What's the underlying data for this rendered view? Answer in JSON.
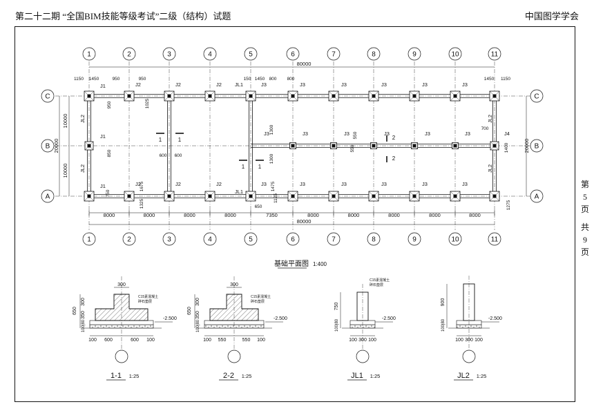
{
  "header": {
    "left": "第二十二期 “全国BIM技能等级考试”二级（结构）试题",
    "right": "中国图学学会"
  },
  "side": {
    "page_word": "第",
    "page_num": "5",
    "page_unit": "页",
    "total_word": "共",
    "total_num": "9",
    "total_unit": "页"
  },
  "plan": {
    "title": "基础平面图",
    "scale": "1:400",
    "grid_cols": [
      "1",
      "2",
      "3",
      "4",
      "5",
      "6",
      "7",
      "8",
      "9",
      "10",
      "11"
    ],
    "grid_rows": [
      "C",
      "B",
      "A"
    ],
    "overall_length": "80000",
    "overall_width": "20000",
    "bay_spacings": [
      "8000",
      "8000",
      "8000",
      "8000",
      "7350",
      "8000",
      "8000",
      "8000",
      "8000",
      "8000"
    ],
    "span_spacings": [
      "10000",
      "10000"
    ],
    "offset_dims": [
      "1150",
      "1450",
      "950",
      "950",
      "150",
      "1450",
      "800",
      "800",
      "1450",
      "1150",
      "950",
      "750",
      "1675",
      "1325",
      "1025",
      "1300",
      "1300",
      "600",
      "600",
      "550",
      "550",
      "650",
      "700",
      "1400",
      "1125",
      "1475",
      "1275",
      "850"
    ],
    "footings": {
      "j1": "J1",
      "j2": "J2",
      "j3": "J3",
      "j4": "J4"
    },
    "beams": {
      "jl1": "JL1",
      "jl2": "JL2"
    },
    "cut_1": "1",
    "cut_2": "2"
  },
  "sections": [
    {
      "label": "1-1",
      "scale": "1:25",
      "base_width": [
        "100",
        "600",
        "600",
        "100"
      ],
      "heights": [
        "650",
        "300",
        "350",
        "100",
        "80"
      ],
      "top": "300",
      "elev": "-2.500"
    },
    {
      "label": "2-2",
      "scale": "1:25",
      "base_width": [
        "100",
        "550",
        "550",
        "100"
      ],
      "heights": [
        "650",
        "300",
        "350",
        "100",
        "80"
      ],
      "top": "300",
      "elev": "-2.500"
    },
    {
      "label": "JL1",
      "scale": "1:25",
      "base_width": [
        "100",
        "300",
        "100"
      ],
      "heights": [
        "750",
        "100",
        "80"
      ],
      "elev": "-2.500"
    },
    {
      "label": "JL2",
      "scale": "1:25",
      "base_width": [
        "100",
        "300",
        "100"
      ],
      "heights": [
        "900",
        "100",
        "80"
      ],
      "elev": "-2.500"
    }
  ],
  "notes": {
    "note_a": "C15素混凝土",
    "note_b": "碎石垫层"
  }
}
